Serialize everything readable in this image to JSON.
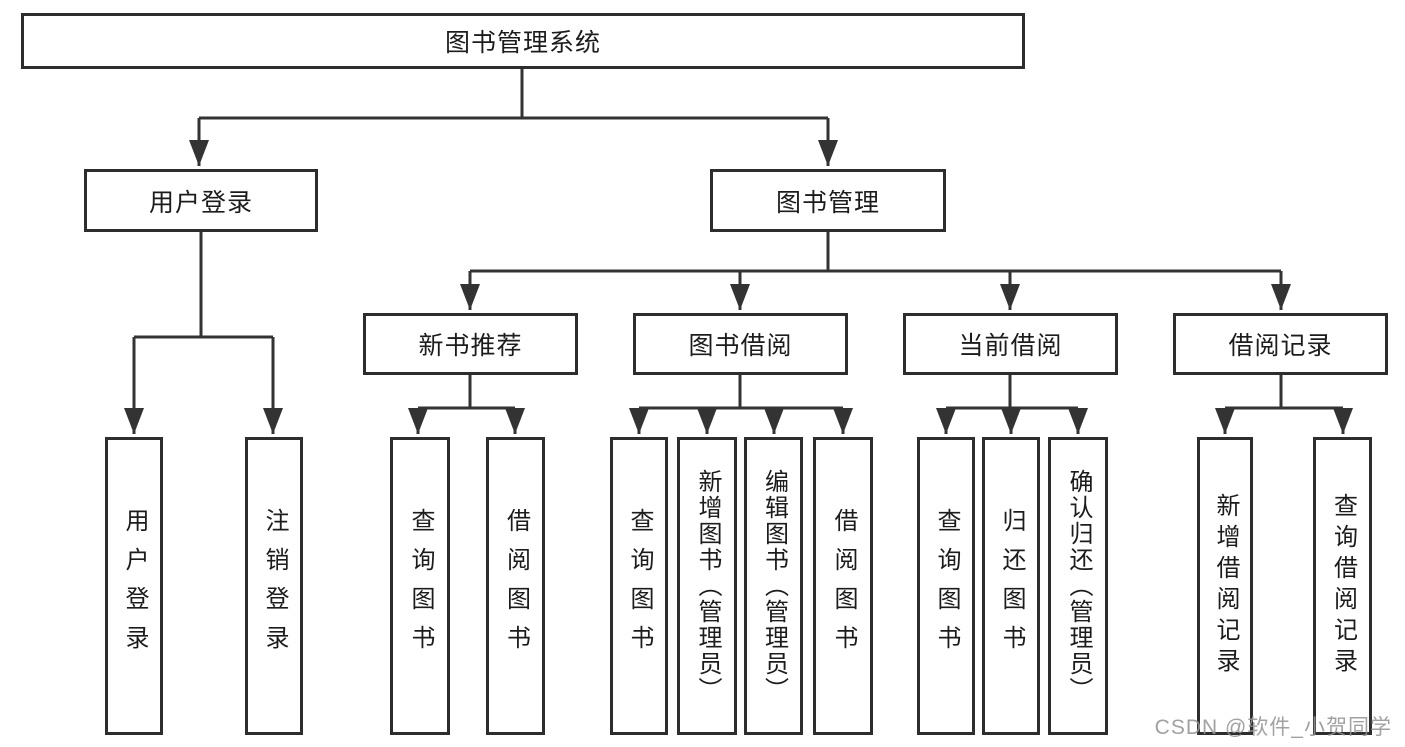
{
  "diagram": {
    "root_label": "图书管理系统",
    "level2": [
      "用户登录",
      "图书管理"
    ],
    "level3": [
      "新书推荐",
      "图书借阅",
      "当前借阅",
      "借阅记录"
    ],
    "leaves": {
      "user_login": [
        "用户登录",
        "注销登录"
      ],
      "new_book": [
        "查询图书",
        "借阅图书"
      ],
      "book_borrow": [
        "查询图书",
        "新增图书（管理员）",
        "编辑图书（管理员）",
        "借阅图书"
      ],
      "current_borrow": [
        "查询图书",
        "归还图书",
        "确认归还（管理员）"
      ],
      "borrow_record": [
        "新增借阅记录",
        "查询借阅记录"
      ]
    },
    "watermark": "CSDN @软件_小贺同学",
    "line_color": "#333333"
  }
}
